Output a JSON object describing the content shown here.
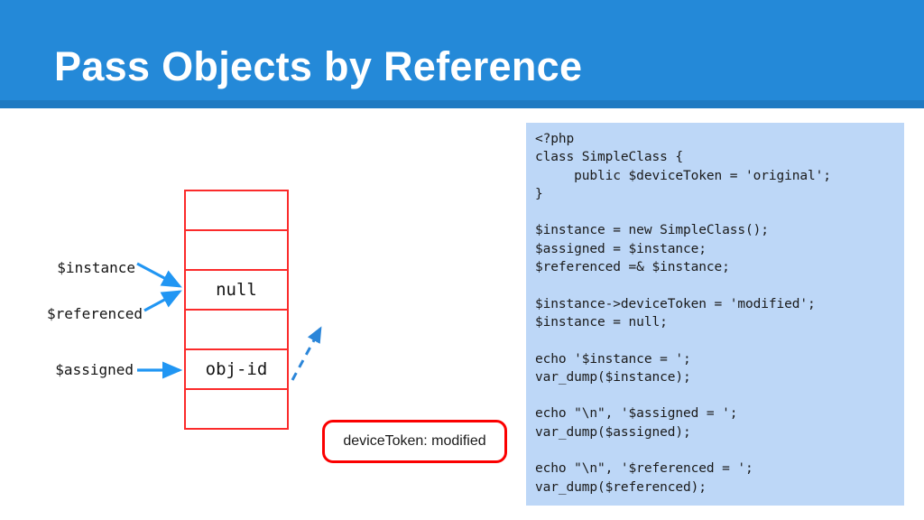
{
  "header": {
    "title": "Pass Objects by Reference",
    "background_color": "#2489d8",
    "underline_color": "#1f7ac2",
    "title_color": "#ffffff"
  },
  "code_panel": {
    "language": "php",
    "background_color": "#bdd7f7",
    "text_color": "#1a1a1a",
    "code": "<?php\nclass SimpleClass {\n     public $deviceToken = 'original';\n}\n\n$instance = new SimpleClass();\n$assigned = $instance;\n$referenced =& $instance;\n\n$instance->deviceToken = 'modified';\n$instance = null;\n\necho '$instance = ';\nvar_dump($instance);\n\necho \"\\n\", '$assigned = ';\nvar_dump($assigned);\n\necho \"\\n\", '$referenced = ';\nvar_dump($referenced);",
    "lines": [
      "<?php",
      "class SimpleClass {",
      "     public $deviceToken = 'original';",
      "}",
      "",
      "$instance = new SimpleClass();",
      "$assigned = $instance;",
      "$referenced =& $instance;",
      "",
      "$instance->deviceToken = 'modified';",
      "$instance = null;",
      "",
      "echo '$instance = ';",
      "var_dump($instance);",
      "",
      "echo \"\\n\", '$assigned = ';",
      "var_dump($assigned);",
      "",
      "echo \"\\n\", '$referenced = ';",
      "var_dump($referenced);"
    ]
  },
  "diagram": {
    "memory_table": {
      "border_color": "#fb2b2b",
      "cells": [
        {
          "value": ""
        },
        {
          "value": ""
        },
        {
          "value": "null"
        },
        {
          "value": ""
        },
        {
          "value": "obj-id"
        },
        {
          "value": ""
        }
      ]
    },
    "variable_labels": [
      {
        "name": "instance",
        "text": "$instance"
      },
      {
        "name": "referenced",
        "text": "$referenced"
      },
      {
        "name": "assigned",
        "text": "$assigned"
      }
    ],
    "object_callout": {
      "text": "deviceToken: modified",
      "border_color": "#fb0000"
    },
    "arrow_color": "#2196f3",
    "dashed_link_color": "#2b86d9"
  }
}
